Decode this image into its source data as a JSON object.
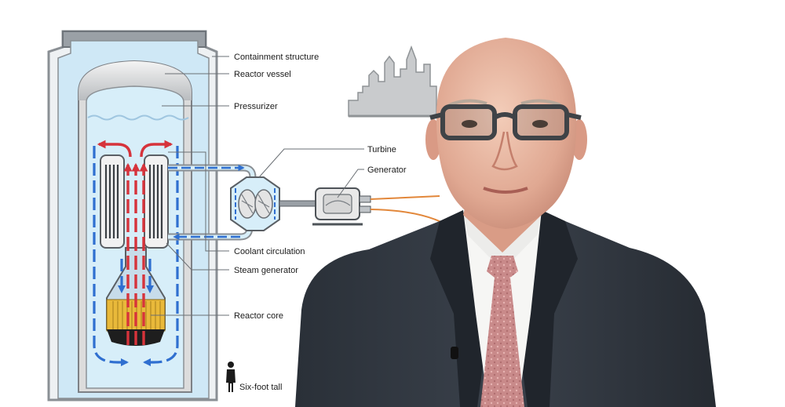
{
  "diagram": {
    "labels": {
      "containment": "Containment structure",
      "vessel": "Reactor vessel",
      "pressurizer": "Pressurizer",
      "turbine": "Turbine",
      "generator": "Generator",
      "coolant": "Coolant circulation",
      "steam_gen": "Steam generator",
      "core": "Reactor core",
      "scale": "Six-foot tall"
    }
  },
  "colors": {
    "coolant_blue": "#2f6fd0",
    "hot_red": "#d6333b",
    "vessel_fill": "#d8eef8",
    "core_yellow": "#e9b93a",
    "power_line": "#e2873a"
  }
}
